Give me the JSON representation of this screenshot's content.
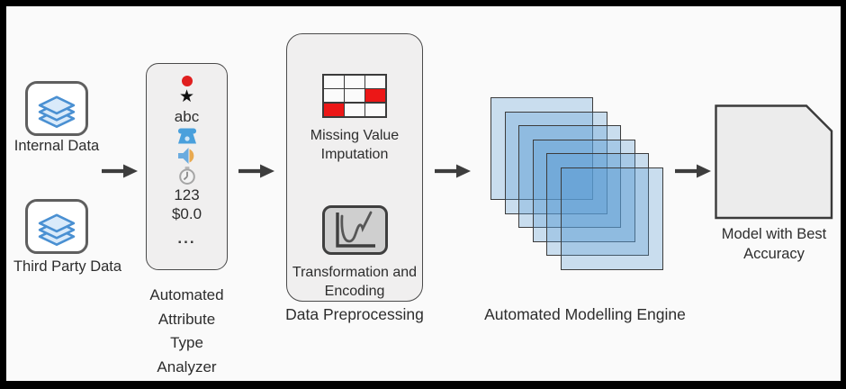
{
  "page": {
    "background": "#fafafa",
    "frame_color": "#000000"
  },
  "colors": {
    "accent_blue": "#5b9bd5",
    "layer_fill_blue": "#d9eafa",
    "alert_red": "#e01f1f",
    "grid_red": "#ec1717",
    "panel_gray": "#f0efef",
    "border_dark": "#4a4a4a",
    "arrow_dark": "#3d3d3d",
    "audio_orange": "#e9a94f"
  },
  "diagram": {
    "sources": [
      {
        "label": "Internal Data",
        "icon": "layers-icon"
      },
      {
        "label": "Third Party Data",
        "icon": "layers-icon"
      }
    ],
    "analyzer": {
      "label": "Automated Attribute Type Analyzer",
      "items": {
        "ring_icon": "ring-icon",
        "star_glyph": "★",
        "text_sample": "abc",
        "phone_icon": "phone-icon",
        "audio_icon": "audio-icon",
        "clock_icon": "clock-icon",
        "numeric_sample": "123",
        "currency_sample": "$0.0",
        "ellipsis": "..."
      }
    },
    "preprocessing": {
      "label": "Data Preprocessing",
      "missing_value_step": "Missing Value Imputation",
      "transform_step": "Transformation and Encoding",
      "grid": {
        "rows": 3,
        "cols": 3,
        "red_cells": [
          5,
          6
        ]
      }
    },
    "engine": {
      "label": "Automated Modelling Engine",
      "layers": 6
    },
    "output": {
      "label": "Model with Best Accuracy"
    }
  }
}
